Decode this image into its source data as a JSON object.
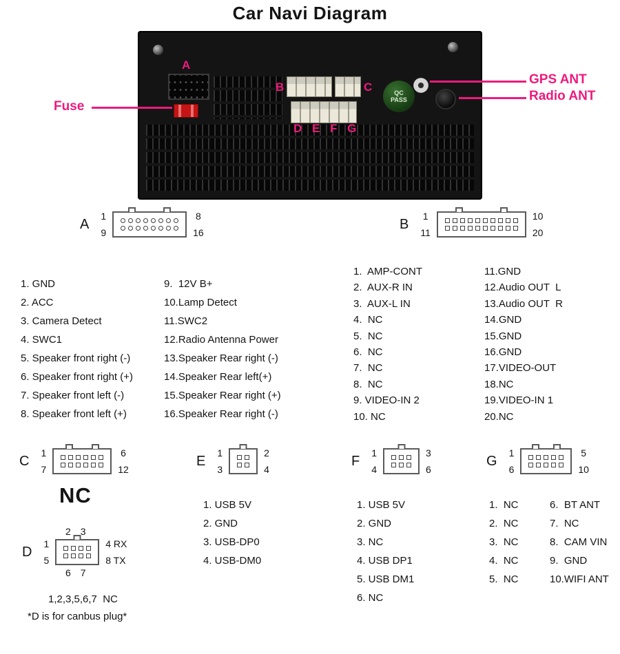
{
  "title": "Car Navi Diagram",
  "colors": {
    "accent": "#ee1a7d"
  },
  "device": {
    "fuse_label": "Fuse",
    "gps_ant_label": "GPS ANT",
    "radio_ant_label": "Radio ANT",
    "marker_a": "A",
    "marker_b": "B",
    "marker_c": "C",
    "marker_defg": "D E F G",
    "sticker_line1": "QC",
    "sticker_line2": "PASS"
  },
  "connector_a": {
    "label": "A",
    "diagram": {
      "left_top": "1",
      "left_bottom": "9",
      "right_top": "8",
      "right_bottom": "16",
      "cols": 8
    },
    "pins_left": [
      "1. GND",
      "2. ACC",
      "3. Camera Detect",
      "4. SWC1",
      "5. Speaker front right (-)",
      "6. Speaker front right (+)",
      "7. Speaker front left (-)",
      "8. Speaker front left (+)"
    ],
    "pins_right": [
      "9.  12V B+",
      "10.Lamp Detect",
      "11.SWC2",
      "12.Radio Antenna Power",
      "13.Speaker Rear right (-)",
      "14.Speaker Rear left(+)",
      "15.Speaker Rear right (+)",
      "16.Speaker Rear right (-)"
    ]
  },
  "connector_b": {
    "label": "B",
    "diagram": {
      "left_top": "1",
      "left_bottom": "11",
      "right_top": "10",
      "right_bottom": "20",
      "cols": 10
    },
    "pins_left": [
      "1.  AMP-CONT",
      "2.  AUX-R IN",
      "3.  AUX-L IN",
      "4.  NC",
      "5.  NC",
      "6.  NC",
      "7.  NC",
      "8.  NC",
      "9. VIDEO-IN 2",
      "10. NC"
    ],
    "pins_right": [
      "11.GND",
      "12.Audio OUT  L",
      "13.Audio OUT  R",
      "14.GND",
      "15.GND",
      "16.GND",
      "17.VIDEO-OUT",
      "18.NC",
      "19.VIDEO-IN 1",
      "20.NC"
    ]
  },
  "connector_c": {
    "label": "C",
    "diagram": {
      "left_top": "1",
      "left_bottom": "7",
      "right_top": "6",
      "right_bottom": "12",
      "cols": 6
    },
    "note": "NC"
  },
  "connector_d": {
    "label": "D",
    "diagram": {
      "top": "2 3",
      "left_top": "1",
      "left_bottom": "5",
      "right_top": "4 RX",
      "right_bottom": "8 TX",
      "bottom": "6 7",
      "cols": 4
    },
    "note1": "1,2,3,5,6,7  NC",
    "note2": "*D is for canbus plug*"
  },
  "connector_e": {
    "label": "E",
    "diagram": {
      "left_top": "1",
      "left_bottom": "3",
      "right_top": "2",
      "right_bottom": "4",
      "cols": 2
    },
    "pins": [
      "1. USB 5V",
      "2. GND",
      "3. USB-DP0",
      "4. USB-DM0"
    ]
  },
  "connector_f": {
    "label": "F",
    "diagram": {
      "left_top": "1",
      "left_bottom": "4",
      "right_top": "3",
      "right_bottom": "6",
      "cols": 3
    },
    "pins": [
      "1. USB 5V",
      "2. GND",
      "3. NC",
      "4. USB DP1",
      "5. USB DM1",
      "6. NC"
    ]
  },
  "connector_g": {
    "label": "G",
    "diagram": {
      "left_top": "1",
      "left_bottom": "6",
      "right_top": "5",
      "right_bottom": "10",
      "cols": 5
    },
    "pins_left": [
      "1.  NC",
      "2.  NC",
      "3.  NC",
      "4.  NC",
      "5.  NC"
    ],
    "pins_right": [
      "6.  BT ANT",
      "7.  NC",
      "8.  CAM VIN",
      "9.  GND",
      "10.WIFI ANT"
    ]
  }
}
